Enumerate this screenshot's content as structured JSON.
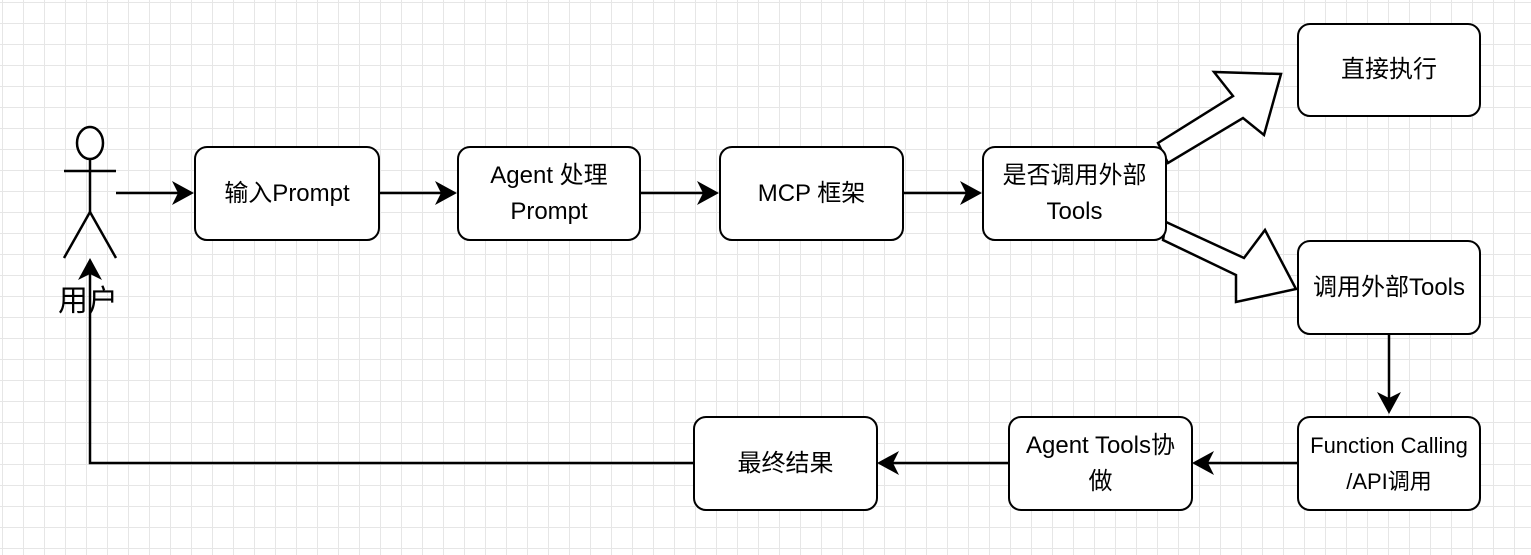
{
  "actor": {
    "label": "用户"
  },
  "nodes": {
    "input_prompt": "输入Prompt",
    "agent_process": "Agent 处理\nPrompt",
    "mcp_framework": "MCP 框架",
    "decision": "是否调用外部\nTools",
    "direct_execute": "直接执行",
    "call_tools": "调用外部Tools",
    "function_calling": "Function Calling\n/API调用",
    "agent_tools": "Agent Tools协\n做",
    "final_result": "最终结果"
  }
}
